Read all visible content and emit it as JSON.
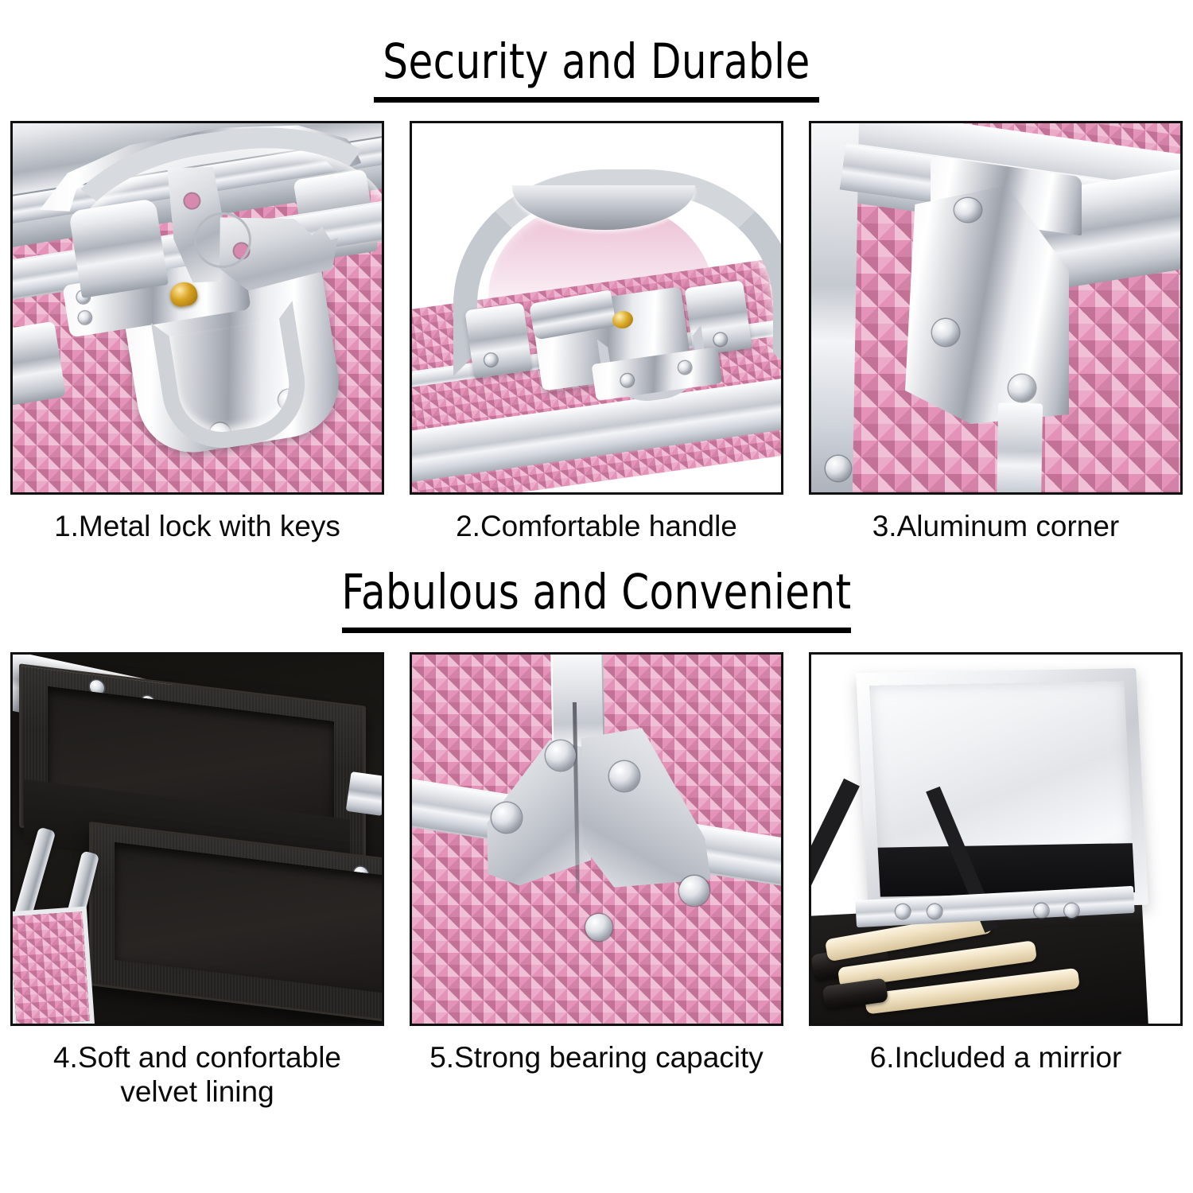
{
  "sections": [
    {
      "title": "Security and Durable",
      "features": [
        {
          "number": "1",
          "caption": "1.Metal lock with keys",
          "image_alt": "Close-up of chrome metal latch lock with two keys on a ring mounted on pink diamond-textured makeup case"
        },
        {
          "number": "2",
          "caption": "2.Comfortable handle",
          "image_alt": "Close-up of chrome arched carrying handle on top of pink diamond-textured makeup case"
        },
        {
          "number": "3",
          "caption": "3.Aluminum corner",
          "image_alt": "Close-up of silver aluminum corner bracket with rivets on pink diamond-textured makeup case"
        }
      ]
    },
    {
      "title": "Fabulous and Convenient",
      "features": [
        {
          "number": "4",
          "caption": "4.Soft and confortable\nvelvet lining",
          "image_alt": "Black velvet-lined cantilever trays with silver scissor arms inside the open case"
        },
        {
          "number": "5",
          "caption": "5.Strong bearing capacity",
          "image_alt": "Silver V-shaped reinforcement bracket with rivets joining aluminum frame rails on pink texture"
        },
        {
          "number": "6",
          "caption": "6.Included a mirrior",
          "image_alt": "Silver framed mirror propped open with black ribbon straps above a tray of cosmetics"
        }
      ]
    }
  ],
  "colors": {
    "pink": "#e492b8",
    "pink_shadow": "#c06a93",
    "chrome": "#cfd3d8",
    "black": "#000000",
    "velvet_black": "#1c1a17",
    "background": "#ffffff"
  }
}
